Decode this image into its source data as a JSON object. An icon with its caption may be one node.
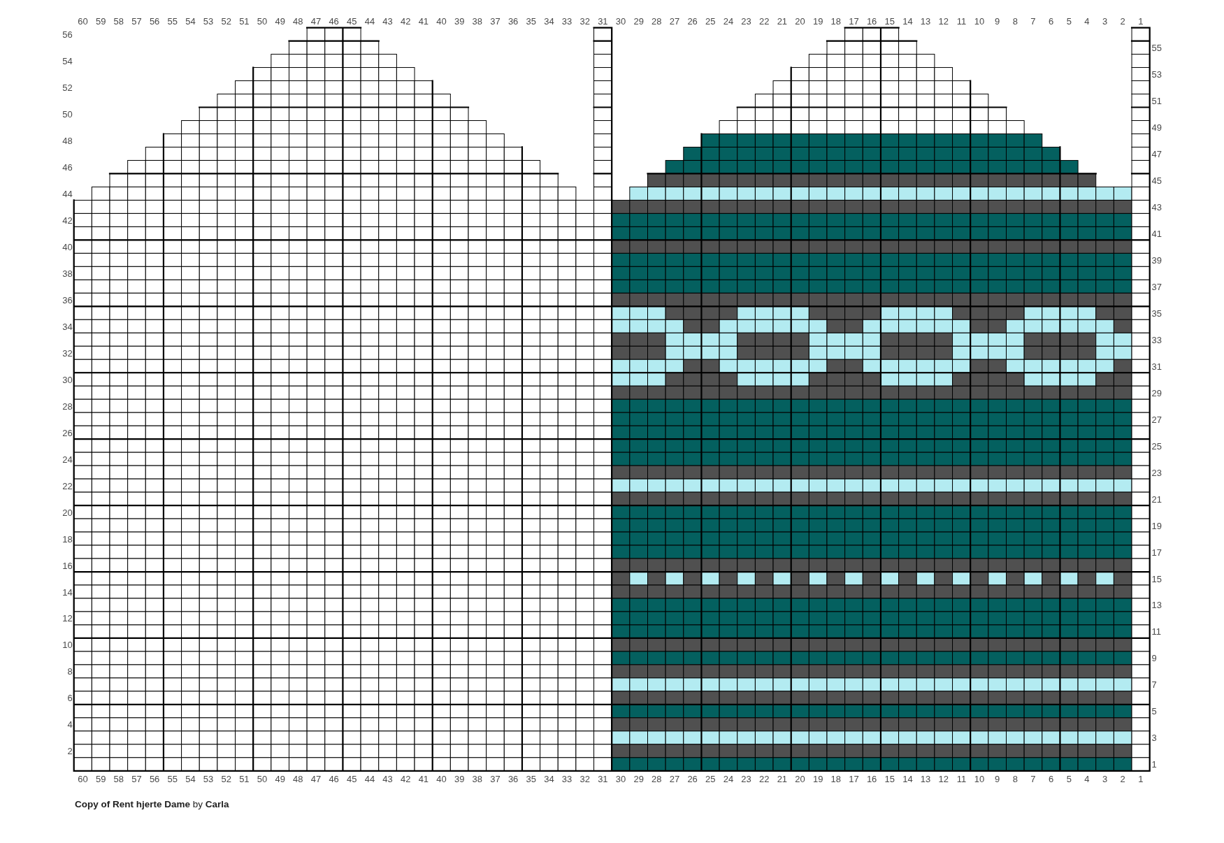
{
  "diagram": {
    "title": "**Copy of Rent hjerte Dame** by **Carla**",
    "labels": [
      "60",
      "59",
      "58",
      "57",
      "56",
      "55",
      "54",
      "53",
      "52",
      "51",
      "50",
      "49",
      "48",
      "47",
      "46",
      "45",
      "44",
      "43",
      "42",
      "41",
      "40",
      "39",
      "38",
      "37",
      "36",
      "35",
      "34",
      "33",
      "32",
      "31",
      "30",
      "29",
      "28",
      "27",
      "26",
      "25",
      "24",
      "23",
      "22",
      "21",
      "20",
      "19",
      "18",
      "17",
      "16",
      "15",
      "14",
      "13",
      "12",
      "11",
      "10",
      "9",
      "8",
      "7",
      "6",
      "5",
      "4",
      "3",
      "2",
      "1",
      "56",
      "55",
      "54",
      "53",
      "52",
      "51",
      "50",
      "49",
      "48",
      "47",
      "46",
      "45",
      "44",
      "43",
      "42",
      "41",
      "40",
      "39",
      "38",
      "37",
      "36",
      "35",
      "34",
      "33",
      "32",
      "31",
      "30",
      "29",
      "28",
      "27",
      "26",
      "25",
      "24",
      "23",
      "22",
      "21",
      "20",
      "19",
      "18",
      "17",
      "16",
      "15",
      "14",
      "13",
      "12",
      "11",
      "10",
      "9",
      "8",
      "7",
      "6",
      "5",
      "4",
      "3",
      "2",
      "1",
      "60",
      "59",
      "58",
      "57",
      "56",
      "55",
      "54",
      "53",
      "52",
      "51",
      "50",
      "49",
      "48",
      "47",
      "46",
      "45",
      "44",
      "43",
      "42",
      "41",
      "40",
      "39",
      "38",
      "37",
      "36",
      "35",
      "34",
      "33",
      "32",
      "31",
      "30",
      "29",
      "28",
      "27",
      "26",
      "25",
      "24",
      "23",
      "22",
      "21",
      "20",
      "19",
      "18",
      "17",
      "16",
      "15",
      "14",
      "13",
      "12",
      "11",
      "10",
      "9",
      "8",
      "7",
      "6",
      "5",
      "4",
      "3",
      "2",
      "1"
    ]
  }
}
